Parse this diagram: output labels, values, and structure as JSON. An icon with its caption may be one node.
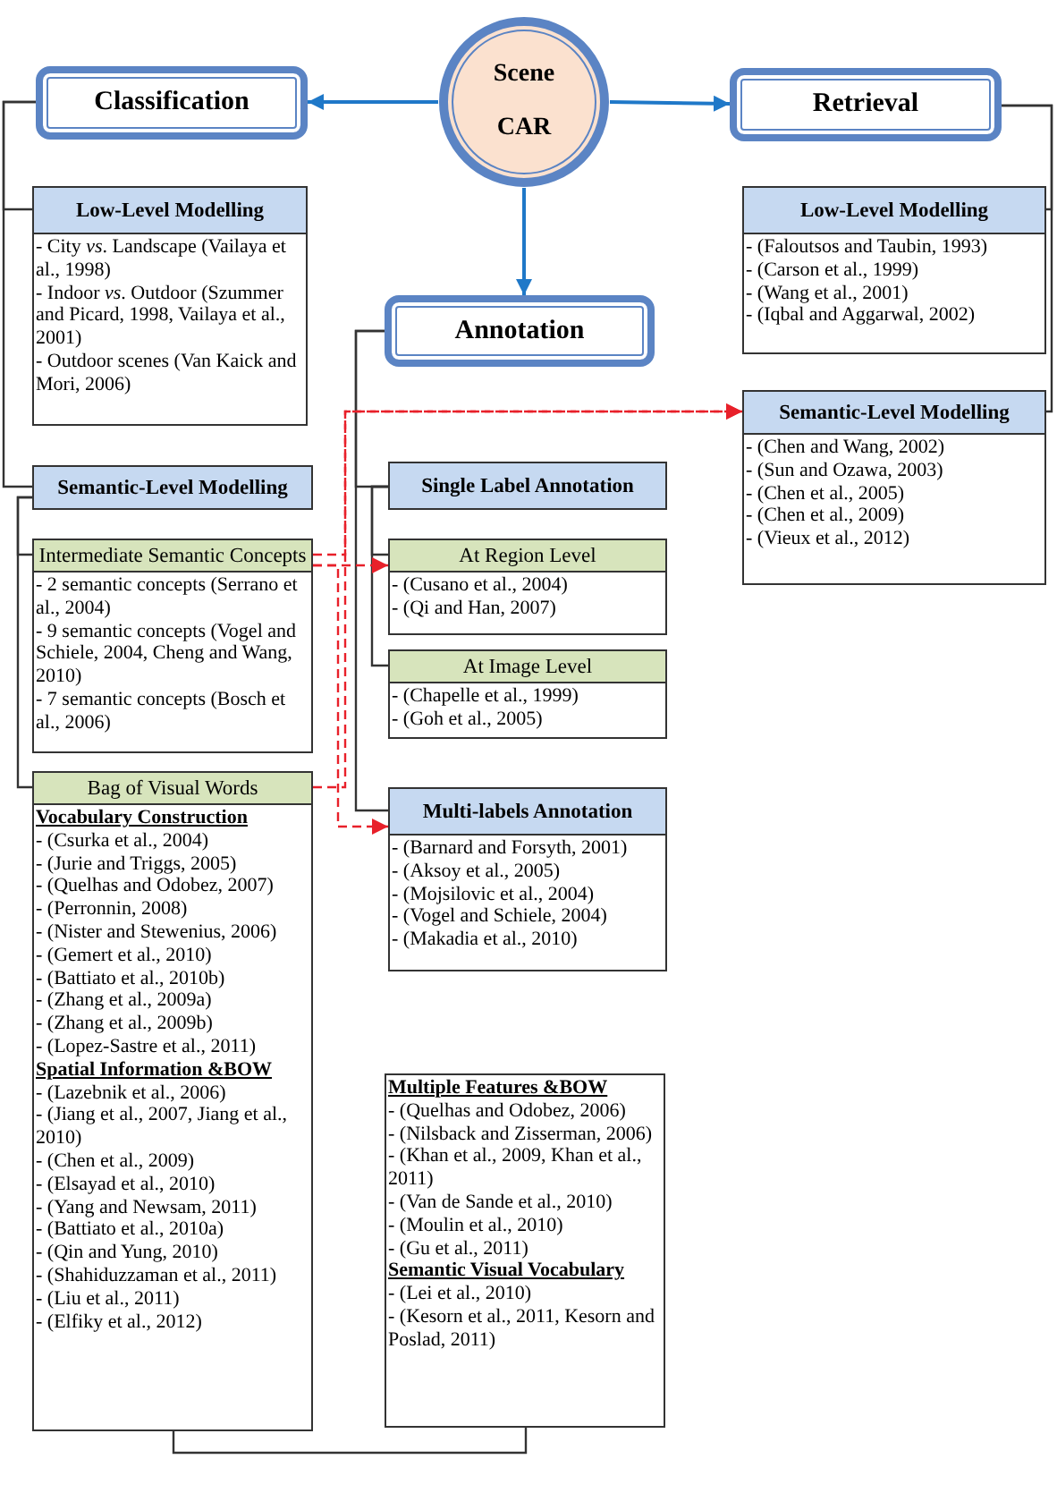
{
  "diagram": {
    "nodes": [
      {
        "text": [
          "Scene CAR"
        ]
      },
      {
        "text": [
          "Classification"
        ]
      },
      {
        "text": [
          "Retrieval"
        ]
      },
      {
        "text": [
          "Annotation"
        ]
      },
      {
        "text": [
          "Low-Level Modelling",
          "- City *vs*. Landscape (Vailaya et al., 1998)",
          "- Indoor *vs*. Outdoor (Szummer and Picard, 1998, Vailaya et al., 2001)",
          "- Outdoor scenes (Van Kaick and Mori, 2006)"
        ]
      },
      {
        "text": [
          "Semantic-Level Modelling"
        ]
      },
      {
        "text": [
          "Intermediate Semantic Concepts",
          "- 2 semantic concepts (Serrano et al., 2004)",
          "- 9 semantic concepts (Vogel and Schiele, 2004, Cheng and Wang, 2010)",
          "- 7 semantic concepts (Bosch et al., 2006)"
        ]
      },
      {
        "text": [
          "Bag of Visual Words",
          "Vocabulary Construction",
          "- (Csurka et al., 2004)",
          "- (Jurie and Triggs, 2005)",
          "- (Quelhas and Odobez, 2007)",
          "- (Perronnin, 2008)",
          "- (Nister and Stewenius, 2006)",
          "- (Gemert et al., 2010)",
          "- (Battiato et al., 2010b)",
          "- (Zhang et al., 2009a)",
          "- (Zhang et al., 2009b)",
          "- (Lopez-Sastre et al., 2011)",
          "Spatial Information &BOW",
          "- (Lazebnik et al., 2006)",
          "- (Jiang et al., 2007, Jiang et al., 2010)",
          "- (Chen et al., 2009)",
          "- (Elsayad et al., 2010)",
          "- (Yang and Newsam, 2011)",
          "- (Battiato et al., 2010a)",
          "- (Qin and Yung, 2010)",
          "- (Shahiduzzaman et al., 2011)",
          "- (Liu et al., 2011)",
          "- (Elfiky et al., 2012)"
        ]
      },
      {
        "text": [
          "Low-Level Modelling",
          "- (Faloutsos and Taubin, 1993)",
          "- (Carson et al., 1999)",
          "- (Wang et al., 2001)",
          "- (Iqbal and Aggarwal, 2002)"
        ]
      },
      {
        "text": [
          "Semantic-Level Modelling",
          "- (Chen and Wang, 2002)",
          "- (Sun and Ozawa, 2003)",
          "- (Chen et al., 2005)",
          "- (Chen et al., 2009)",
          "- (Vieux et al., 2012)"
        ]
      },
      {
        "text": [
          "Single Label Annotation"
        ]
      },
      {
        "text": [
          "At Region Level",
          "- (Cusano et al., 2004)",
          "- (Qi and Han, 2007)"
        ]
      },
      {
        "text": [
          "At Image Level",
          "- (Chapelle et al., 1999)",
          "- (Goh et al., 2005)"
        ]
      },
      {
        "text": [
          "Multi-labels Annotation",
          "- (Barnard and Forsyth, 2001)",
          "- (Aksoy et al., 2005)",
          "- (Mojsilovic et al., 2004)",
          "- (Vogel and Schiele, 2004)",
          "- (Makadia et al., 2010)"
        ]
      },
      {
        "text": [
          "Multiple Features &BOW",
          "- (Quelhas and Odobez, 2006)",
          "- (Nilsback and Zisserman, 2006)",
          "- (Khan et al., 2009, Khan et al., 2011)",
          "- (Van de Sande et al., 2010)",
          "- (Moulin et al., 2010)",
          "- (Gu et al., 2011)",
          "Semantic Visual Vocabulary",
          "- (Lei et al., 2010)",
          "- (Kesorn et al., 2011, Kesorn and Poslad, 2011)"
        ]
      }
    ],
    "edges": [
      {
        "from": 0,
        "to": 1,
        "arrow": "to",
        "color": "#1f78c8"
      },
      {
        "from": 0,
        "to": 2,
        "arrow": "to",
        "color": "#1f78c8"
      },
      {
        "from": 0,
        "to": 3,
        "arrow": "to",
        "color": "#1f78c8"
      },
      {
        "from": 1,
        "to": 4,
        "arrow": "none"
      },
      {
        "from": 1,
        "to": 5,
        "arrow": "none"
      },
      {
        "from": 5,
        "to": 6,
        "arrow": "none"
      },
      {
        "from": 5,
        "to": 7,
        "arrow": "none"
      },
      {
        "from": 2,
        "to": 8,
        "arrow": "none"
      },
      {
        "from": 2,
        "to": 9,
        "arrow": "none"
      },
      {
        "from": 3,
        "to": 10,
        "arrow": "none"
      },
      {
        "from": 3,
        "to": 13,
        "arrow": "none"
      },
      {
        "from": 10,
        "to": 11,
        "arrow": "none"
      },
      {
        "from": 10,
        "to": 12,
        "arrow": "none"
      },
      {
        "from": 7,
        "to": 14,
        "arrow": "none"
      },
      {
        "from": 6,
        "to": 9,
        "arrow": "to",
        "style": "dashed",
        "color": "#e8202a"
      },
      {
        "from": 7,
        "to": 9,
        "arrow": "to",
        "style": "dashed",
        "color": "#e8202a"
      },
      {
        "from": 6,
        "to": 11,
        "arrow": "to",
        "style": "dashed",
        "color": "#e8202a"
      },
      {
        "from": 6,
        "to": 13,
        "arrow": "to",
        "style": "dashed",
        "color": "#e8202a"
      }
    ]
  }
}
